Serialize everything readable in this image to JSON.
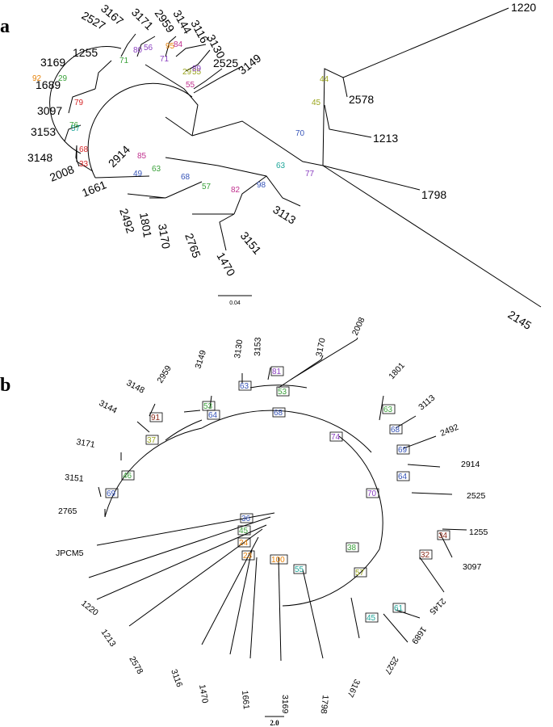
{
  "panels": [
    {
      "letter": "a",
      "scale_bar_label": "0.04"
    },
    {
      "letter": "b",
      "scale_bar_label": "2.0"
    }
  ],
  "tree_a": {
    "leaves": [
      "1220",
      "2578",
      "1213",
      "1798",
      "2145",
      "3113",
      "3151",
      "1470",
      "2765",
      "3170",
      "1801",
      "2492",
      "2914",
      "1661",
      "2008",
      "3148",
      "3153",
      "3097",
      "1689",
      "3169",
      "1255",
      "2527",
      "3167",
      "3171",
      "2959",
      "3144",
      "3116",
      "3130",
      "2525",
      "3149"
    ],
    "bootstrap_values": [
      "44",
      "45",
      "70",
      "77",
      "63",
      "98",
      "82",
      "57",
      "68",
      "63",
      "49",
      "85",
      "33",
      "68",
      "57",
      "76",
      "79",
      "29",
      "92",
      "71",
      "80",
      "56",
      "71",
      "95",
      "84",
      "55",
      "29",
      "55",
      "89"
    ]
  },
  "tree_b": {
    "leaves": [
      "2959",
      "3149",
      "3130",
      "3153",
      "3170",
      "2008",
      "1801",
      "3113",
      "2492",
      "2914",
      "2525",
      "3148",
      "3144",
      "3171",
      "3151",
      "2765",
      "JPCM5",
      "1220",
      "1213",
      "2578",
      "3116",
      "1470",
      "1661",
      "3169",
      "1798",
      "3167",
      "2527",
      "1689",
      "2145",
      "3097",
      "1255"
    ],
    "bootstrap_values": [
      "53",
      "63",
      "81",
      "53",
      "68",
      "64",
      "91",
      "37",
      "46",
      "69",
      "63",
      "68",
      "69",
      "64",
      "74",
      "70",
      "38",
      "57",
      "34",
      "32",
      "45",
      "61",
      "55",
      "100",
      "23",
      "24",
      "45",
      "36"
    ]
  },
  "colors": {
    "red": "#d62728",
    "orange": "#e6820a",
    "olive": "#9aa51c",
    "green": "#3aa13a",
    "teal": "#1fa69a",
    "blue": "#3654b8",
    "purple": "#8a3fc0",
    "magenta": "#c0308e",
    "brown": "#8b2a1a"
  }
}
